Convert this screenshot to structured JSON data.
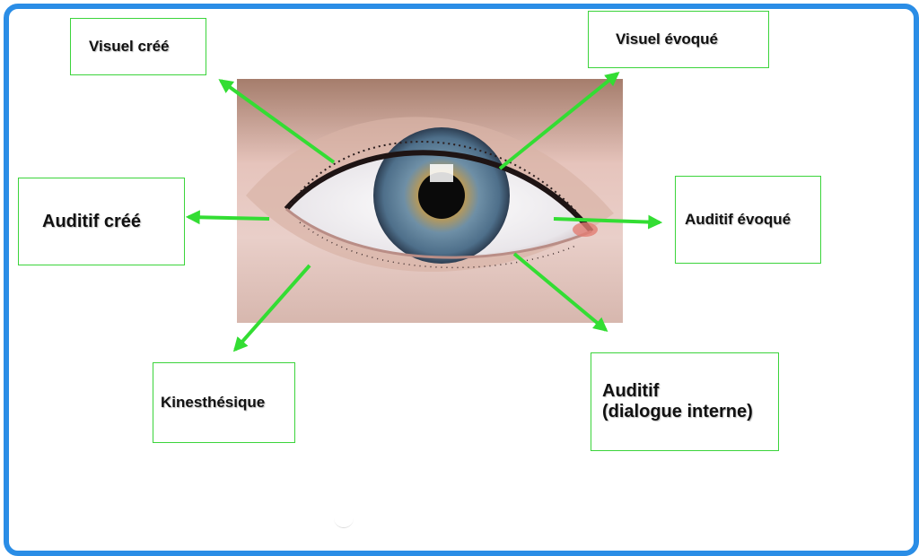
{
  "labels": {
    "visuel_cree": "Visuel créé",
    "visuel_evoque": "Visuel évoqué",
    "auditif_cree": "Auditif créé",
    "auditif_evoque": "Auditif évoqué",
    "kinesthesique": "Kinesthésique",
    "auditif_interne_line1": "Auditif",
    "auditif_interne_line2": "(dialogue interne)"
  },
  "colors": {
    "frame_border": "#2a8de6",
    "arrow": "#33dd33",
    "box_border": "#3bd43b"
  }
}
